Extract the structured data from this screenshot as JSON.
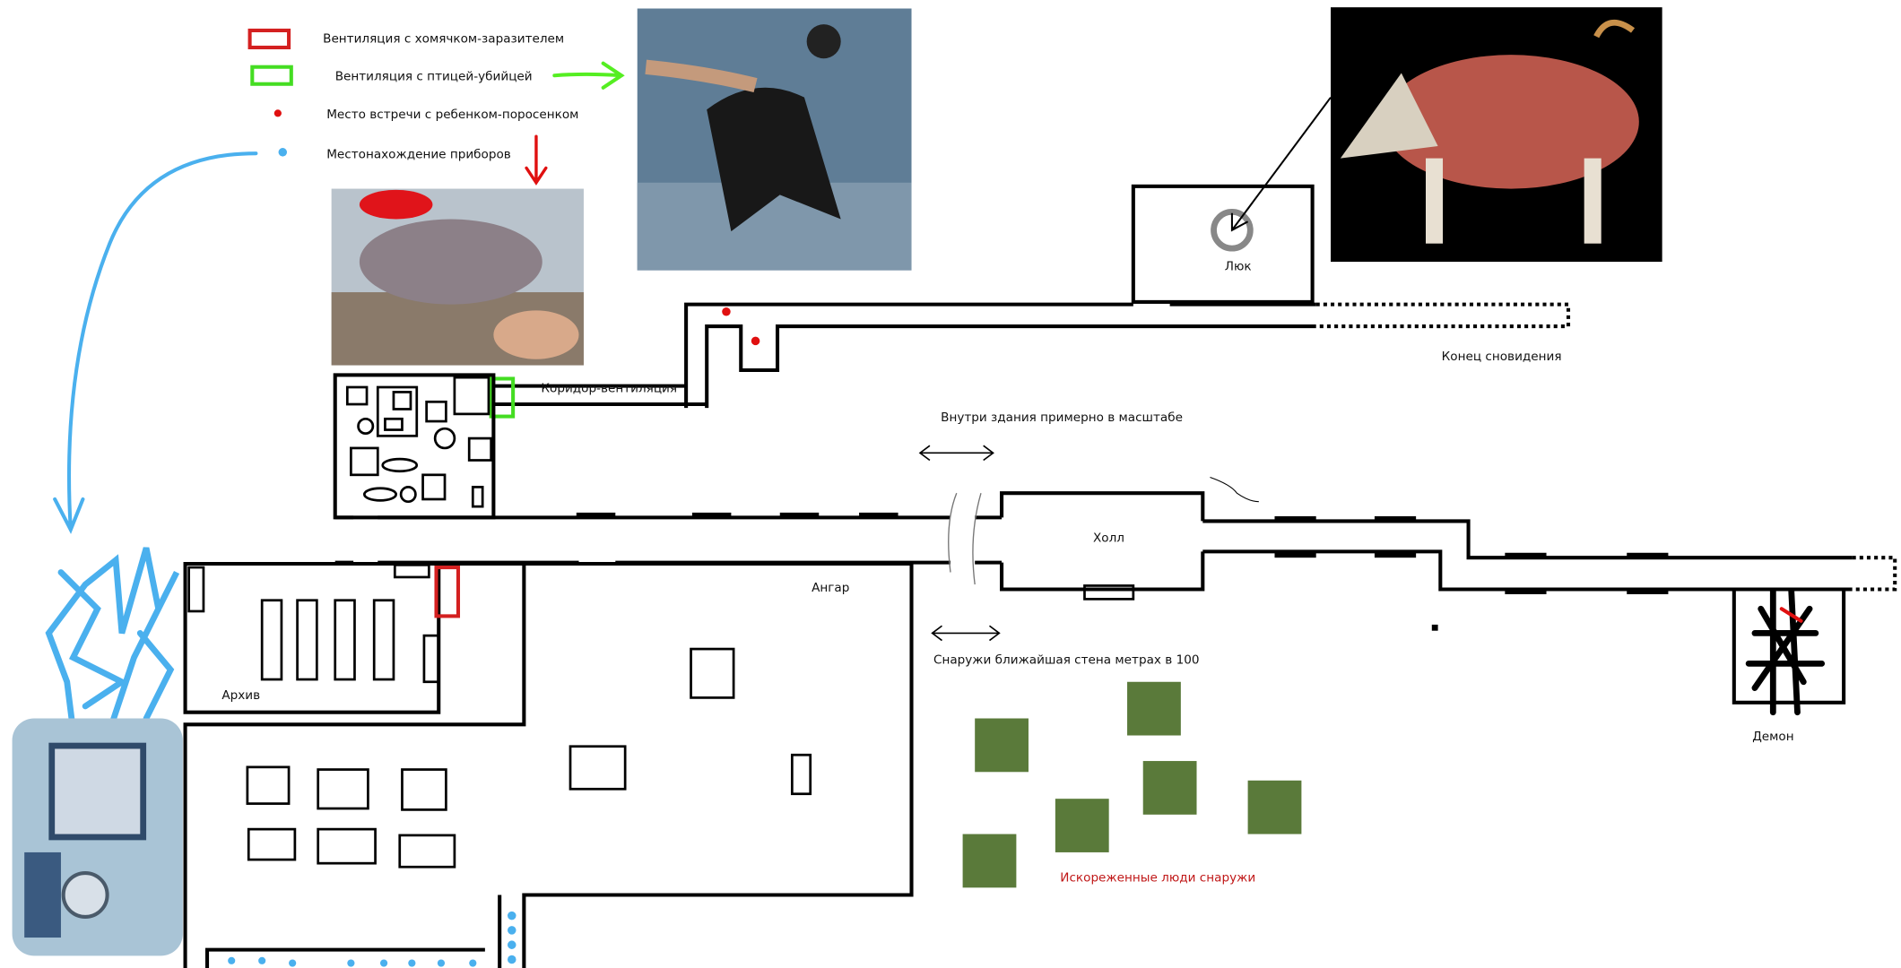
{
  "legend": {
    "items": [
      {
        "label": "Вентиляция с хомячком-заразителем",
        "color": "#d42020",
        "symbol": "rect"
      },
      {
        "label": "Вентиляция с птицей-убийцей",
        "color": "#44dd22",
        "symbol": "rect"
      },
      {
        "label": "Место встречи с ребенком-поросенком",
        "color": "#e01010",
        "symbol": "dot"
      },
      {
        "label": "Местонахождение приборов",
        "color": "#4ab0ee",
        "symbol": "dot"
      }
    ]
  },
  "labels": {
    "hatch": "Люк",
    "dream_end": "Конец сновидения",
    "corridor_vent": "Коридор-вентиляция",
    "scale_inside": "Внутри здания примерно в масштабе",
    "scale_outside": "Снаружи ближайшая стена метрах в 100",
    "hall": "Холл",
    "hangar": "Ангар",
    "archive": "Архив",
    "demon": "Демон",
    "twisted_people": "Искореженные люди снаружи"
  },
  "colors": {
    "accent_red": "#d42020",
    "accent_green": "#44dd22",
    "accent_blue": "#4ab0ee",
    "label_red": "#c01818"
  }
}
